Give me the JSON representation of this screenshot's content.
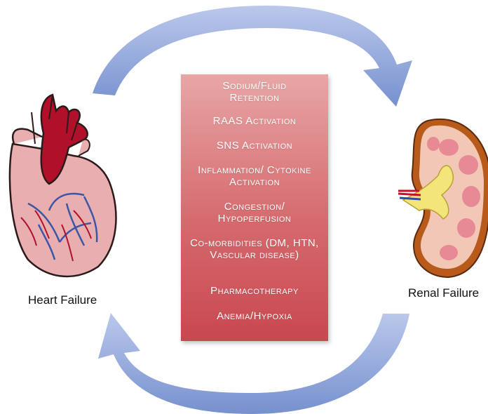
{
  "labels": {
    "left_organ": "Heart Failure",
    "right_organ": "Renal Failure"
  },
  "factors": [
    "Sodium/Fluid Retention",
    "RAAS Activation",
    "SNS Activation",
    "Inflammation/ Cytokine Activation",
    "Congestion/ Hypoperfusion",
    "Co-morbidities (DM, HTN, Vascular disease)",
    "Pharmacotherapy",
    "Anemia/Hypoxia"
  ],
  "colors": {
    "arrow": "#8fa6d8",
    "box_top": "#e8a6a6",
    "box_bottom": "#c8484f",
    "heart": "#e9aeb0",
    "aorta": "#b0102a",
    "kidney": "#f1b0ad"
  }
}
